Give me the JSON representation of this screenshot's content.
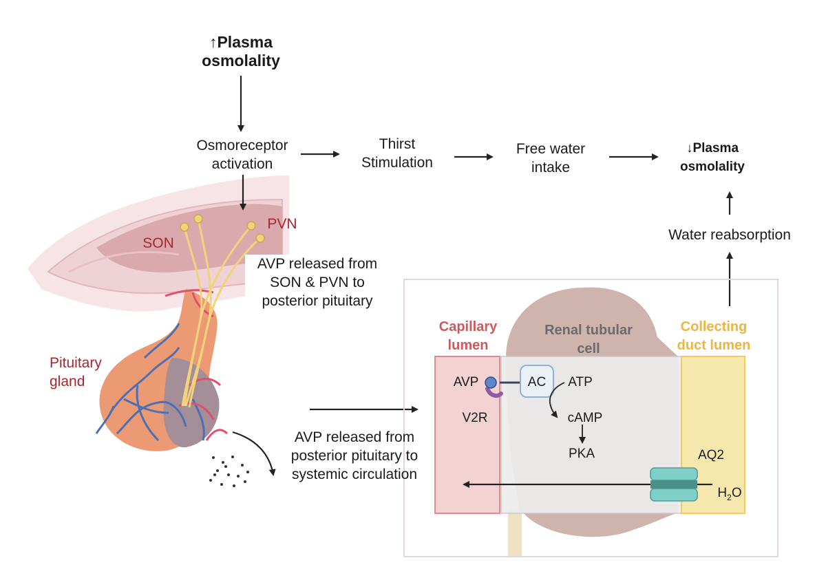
{
  "top": {
    "increase_arrow": "↑",
    "increase_line1": "Plasma",
    "increase_line2": "osmolality",
    "osmoreceptor_line1": "Osmoreceptor",
    "osmoreceptor_line2": "activation",
    "thirst_line1": "Thirst",
    "thirst_line2": "Stimulation",
    "water_line1": "Free water",
    "water_line2": "intake",
    "decrease_arrow": "↓",
    "decrease_line1": "Plasma",
    "decrease_line2": "osmolality",
    "reabsorption": "Water reabsorption"
  },
  "brain": {
    "son": "SON",
    "pvn": "PVN",
    "pituitary_line1": "Pituitary",
    "pituitary_line2": "gland",
    "avp_son_line1": "AVP released from",
    "avp_son_line2": "SON & PVN to",
    "avp_son_line3": "posterior pituitary",
    "avp_circ_line1": "AVP released from",
    "avp_circ_line2": "posterior pituitary to",
    "avp_circ_line3": "systemic circulation"
  },
  "kidney": {
    "capillary_line1": "Capillary",
    "capillary_line2": "lumen",
    "renal_line1": "Renal tubular",
    "renal_line2": "cell",
    "collecting_line1": "Collecting",
    "collecting_line2": "duct lumen",
    "avp": "AVP",
    "v2r": "V2R",
    "ac": "AC",
    "atp": "ATP",
    "camp": "cAMP",
    "pka": "PKA",
    "aq2": "AQ2",
    "h2o_main": "H",
    "h2o_sub": "2",
    "h2o_tail": "O"
  },
  "colors": {
    "capillary": "#f3d2d3",
    "renal_cell": "#ececec",
    "collecting": "#f6e7ad",
    "kidney": "#cfb4ae",
    "brain": "#f3dcdf",
    "pituitary": "#eb9a73",
    "aquaporin": "#80cfc8"
  }
}
